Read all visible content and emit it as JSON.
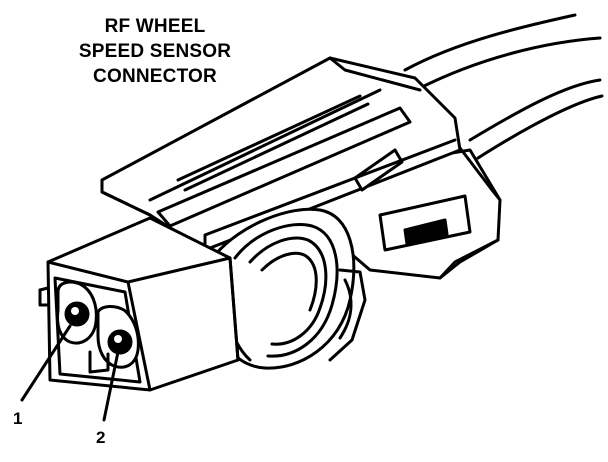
{
  "title": {
    "line1": "RF WHEEL",
    "line2": "SPEED SENSOR",
    "line3": "CONNECTOR"
  },
  "pins": [
    {
      "label": "1"
    },
    {
      "label": "2"
    }
  ]
}
